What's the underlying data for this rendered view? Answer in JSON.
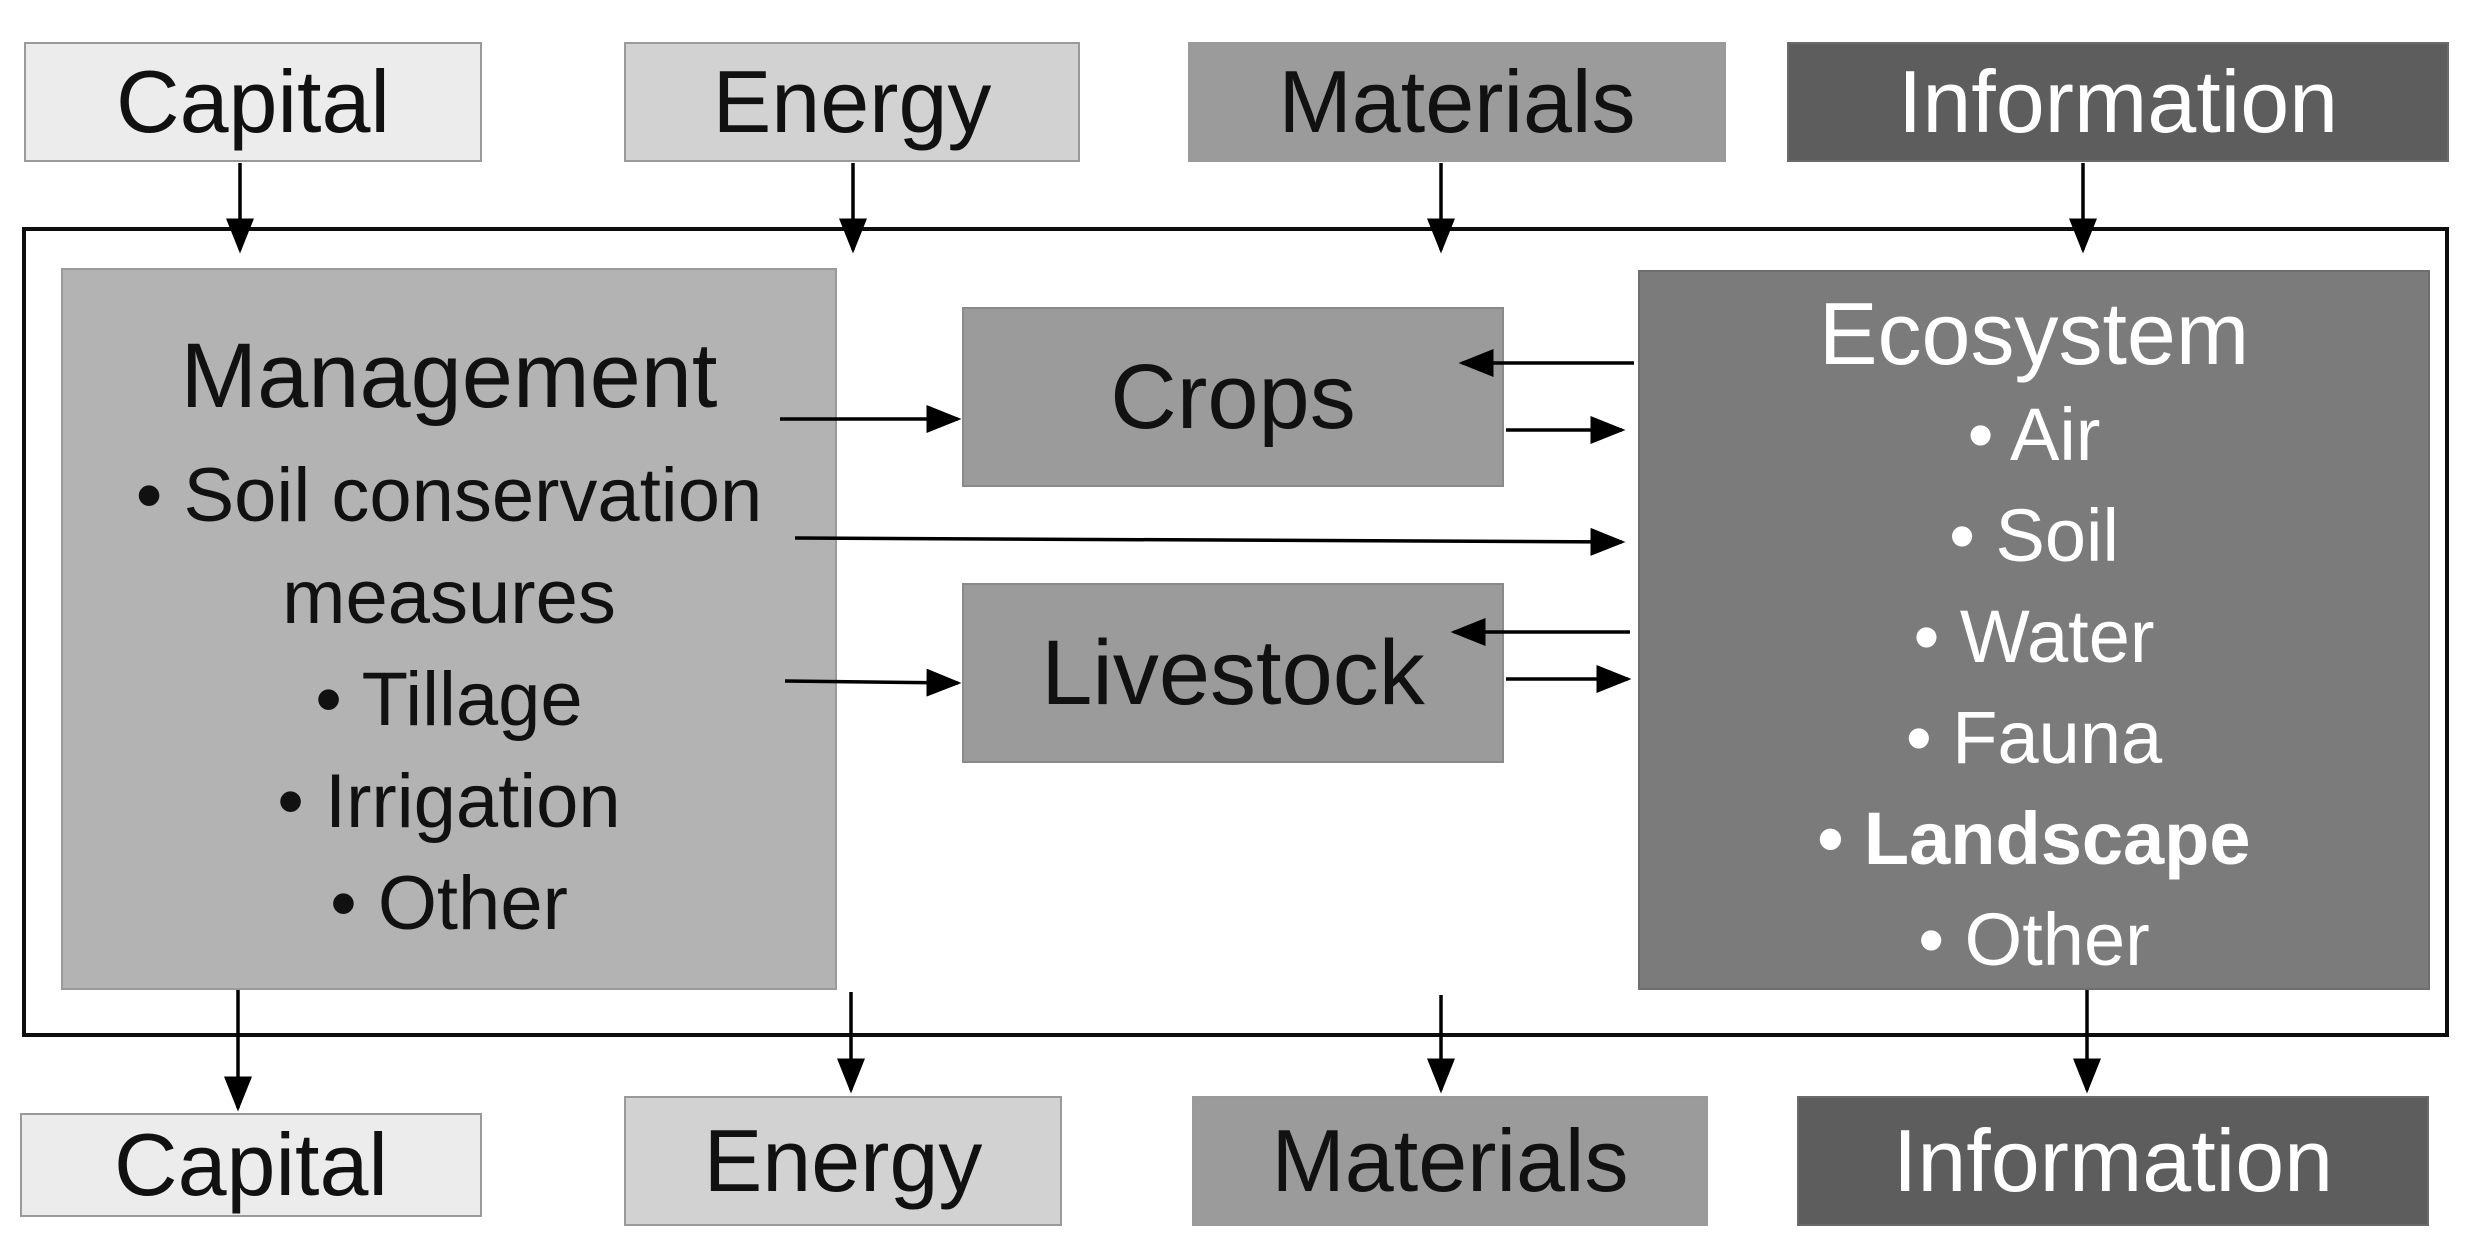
{
  "inputs": [
    "Capital",
    "Energy",
    "Materials",
    "Information"
  ],
  "outputs": [
    "Capital",
    "Energy",
    "Materials",
    "Information"
  ],
  "management": {
    "title": "Management",
    "items": [
      "• Soil conservation",
      "measures",
      "• Tillage",
      "• Irrigation",
      "• Other"
    ]
  },
  "crops": "Crops",
  "livestock": "Livestock",
  "ecosystem": {
    "title": "Ecosystem",
    "items": [
      "• Air",
      "• Soil",
      "• Water",
      "• Fauna",
      "• Landscape",
      "• Other"
    ],
    "bold_item": "• Landscape"
  },
  "colors": {
    "capital": "#ececec",
    "energy": "#d2d2d2",
    "materials": "#9b9b9b",
    "information": "#5d5d5d",
    "management": "#b3b3b3",
    "ecosystem": "#7b7b7b"
  }
}
